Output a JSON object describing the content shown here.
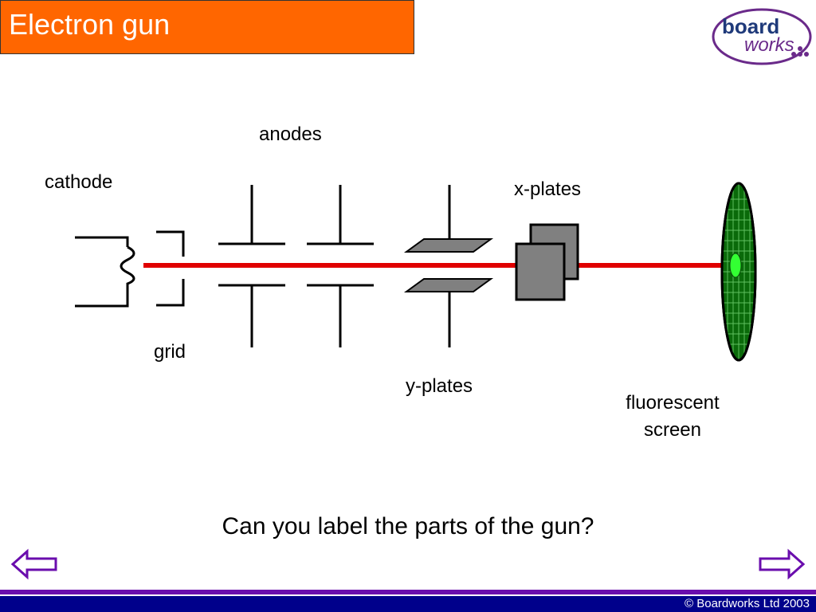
{
  "slide": {
    "title": "Electron gun",
    "question": "Can you label the parts of the gun?"
  },
  "logo": {
    "line1": "board",
    "line2": "works"
  },
  "labels": {
    "cathode": "cathode",
    "anodes": "anodes",
    "x_plates": "x-plates",
    "grid": "grid",
    "y_plates": "y-plates",
    "screen_line1": "fluorescent",
    "screen_line2": "screen"
  },
  "navigation": {
    "back_icon": "left-arrow-icon",
    "forward_icon": "right-arrow-icon"
  },
  "footer": {
    "copyright": "© Boardworks Ltd 2003"
  },
  "colors": {
    "title_bar": "#ff6600",
    "beam": "#e00000",
    "screen": "#0a6a0a",
    "spot": "#33ff33",
    "footer": "#00008b",
    "footer_line": "#6a0dad",
    "nav_arrow": "#6a0dad"
  }
}
